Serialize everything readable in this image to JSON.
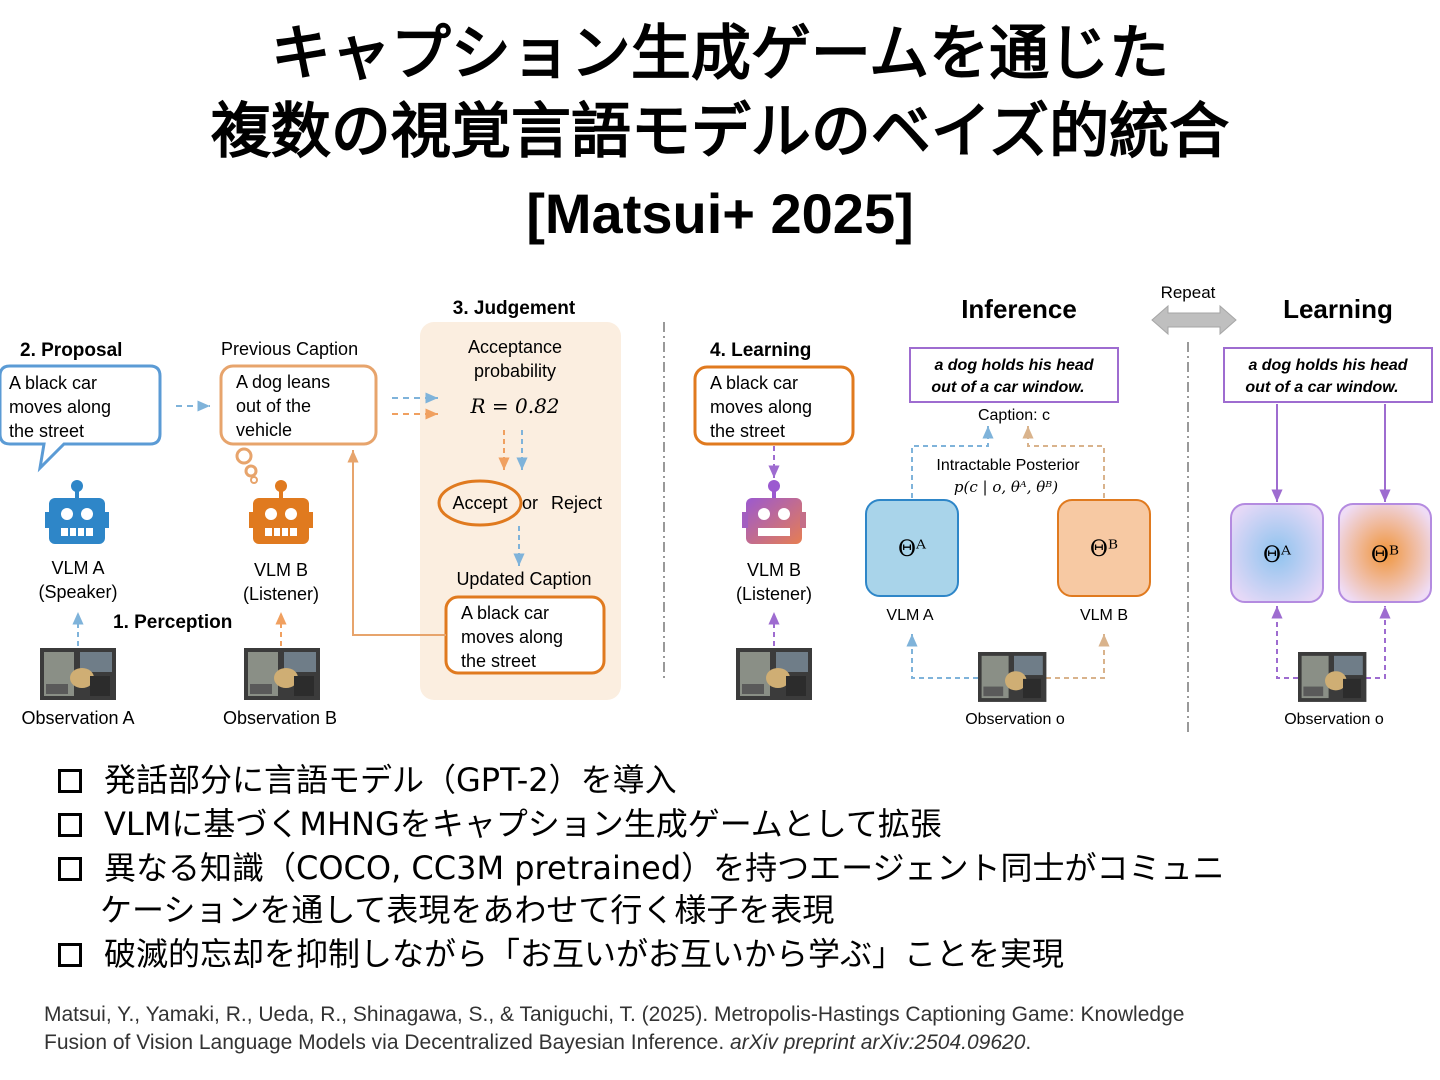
{
  "slide": {
    "title_line1": "キャプション生成ゲームを通じた",
    "title_line2": "複数の視覚言語モデルのベイズ的統合",
    "title_line3": "[Matsui+ 2025]"
  },
  "left": {
    "proposal_label": "2. Proposal",
    "proposal_bubble": [
      "A black car",
      "moves along",
      "the street"
    ],
    "prev_caption_label": "Previous Caption",
    "prev_caption": [
      "A dog leans",
      "out of the",
      "vehicle"
    ],
    "judgement_label": "3. Judgement",
    "acceptance_line1": "Acceptance",
    "acceptance_line2": "probability",
    "r_value": "R = 0.82",
    "accept": "Accept",
    "or": "or",
    "reject": "Reject",
    "updated_caption_label": "Updated Caption",
    "updated_caption": [
      "A black car",
      "moves along",
      "the street"
    ],
    "vlm_a": [
      "VLM A",
      "(Speaker)"
    ],
    "vlm_b": [
      "VLM B",
      "(Listener)"
    ],
    "perception_label": "1. Perception",
    "obs_a": "Observation A",
    "obs_b": "Observation B"
  },
  "middle": {
    "learning_label": "4. Learning",
    "caption": [
      "A black car",
      "moves along",
      "the street"
    ],
    "vlm_b": [
      "VLM B",
      "(Listener)"
    ]
  },
  "right": {
    "inference_label": "Inference",
    "repeat_label": "Repeat",
    "learning_label": "Learning",
    "caption_text": [
      "a dog holds his head",
      "out of a car window."
    ],
    "caption_var": "Caption: c",
    "posterior_label": "Intractable Posterior",
    "posterior_formula": "p(c | o, θᴬ, θᴮ)",
    "theta_a": "Θᴬ",
    "theta_b": "Θᴮ",
    "vlm_a": "VLM A",
    "vlm_b": "VLM B",
    "observation": "Observation o",
    "learning_caption_text": [
      "a dog holds his head",
      "out of a car window."
    ],
    "learning_observation": "Observation o"
  },
  "bullets": [
    "発話部分に言語モデル（GPT-2）を導入",
    "VLMに基づくMHNGをキャプション生成ゲームとして拡張",
    "異なる知識（COCO, CC3M pretrained）を持つエージェント同士がコミュニ",
    "破滅的忘却を抑制しながら「お互いがお互いから学ぶ」ことを実現"
  ],
  "bullet3_cont": "ケーションを通して表現をあわせて行く様子を表現",
  "reference": {
    "line1": "Matsui, Y., Yamaki, R., Ueda, R., Shinagawa, S., & Taniguchi, T. (2025). Metropolis-Hastings Captioning Game: Knowledge",
    "line2_plain": "Fusion of Vision Language Models via Decentralized Bayesian Inference. ",
    "line2_italic": "arXiv preprint arXiv:2504.09620",
    "line2_end": "."
  },
  "colors": {
    "blue": "#5b9bd5",
    "orange": "#ed7d31",
    "purple": "#9e6cd0",
    "judgement_bg": "#fbeee0"
  }
}
